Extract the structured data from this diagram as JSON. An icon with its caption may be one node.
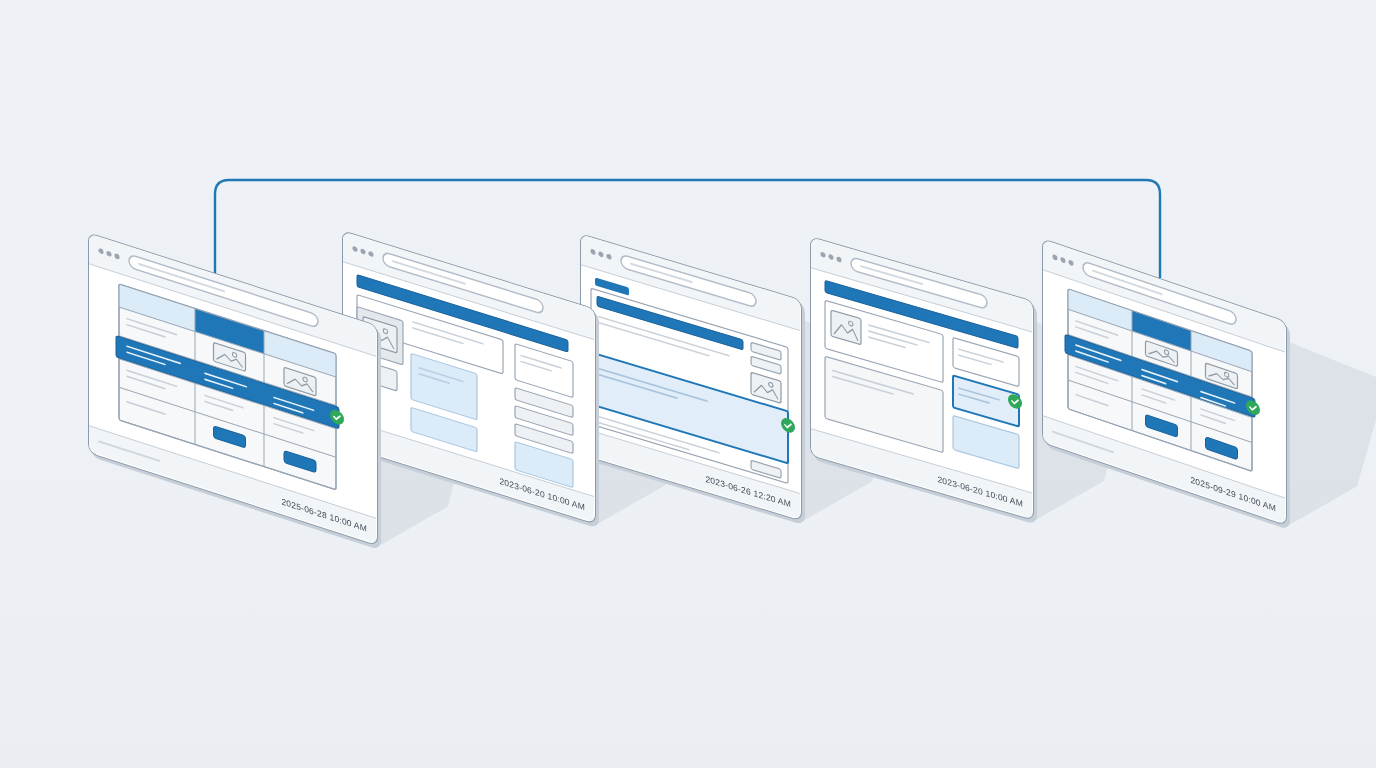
{
  "diagram": {
    "nodes": [
      {
        "text": [
          "2025-06-28 10:00 AM"
        ]
      },
      {
        "text": [
          "2023-06-20 10:00 AM"
        ]
      },
      {
        "text": [
          "2023-06-26 12:20 AM"
        ]
      },
      {
        "text": [
          "2023-06-20 10:00 AM"
        ]
      },
      {
        "text": [
          "2025-09-29 10:00 AM"
        ]
      }
    ],
    "edges": [
      {
        "from": 0,
        "to": 4,
        "arrow": "none"
      }
    ]
  }
}
